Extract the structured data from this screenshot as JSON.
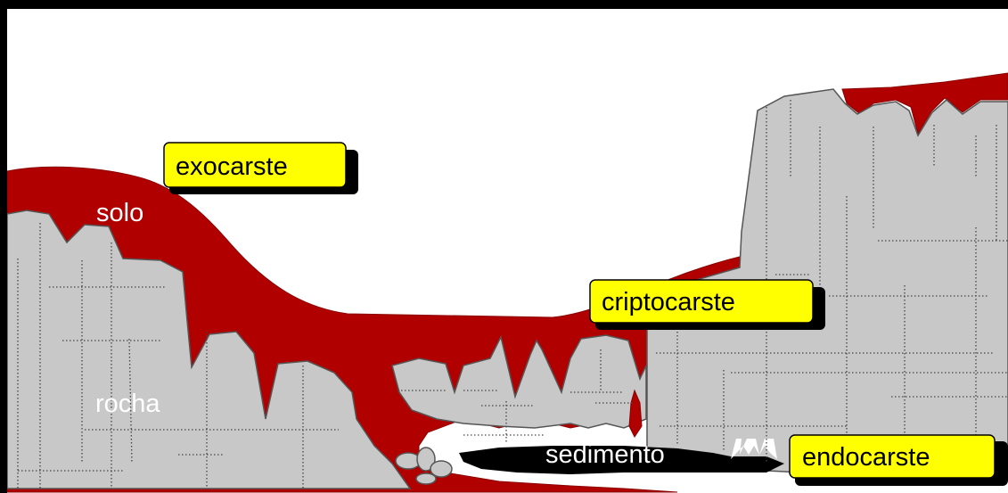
{
  "labels": {
    "exocarste": "exocarste",
    "criptocarste": "criptocarste",
    "endocarste": "endocarste",
    "solo": "solo",
    "rocha": "rocha",
    "sedimento": "sedimento"
  },
  "colors": {
    "soil": "#b00000",
    "rock": "#c8c8c8",
    "tag_background": "#ffff00",
    "frame": "#000000"
  }
}
